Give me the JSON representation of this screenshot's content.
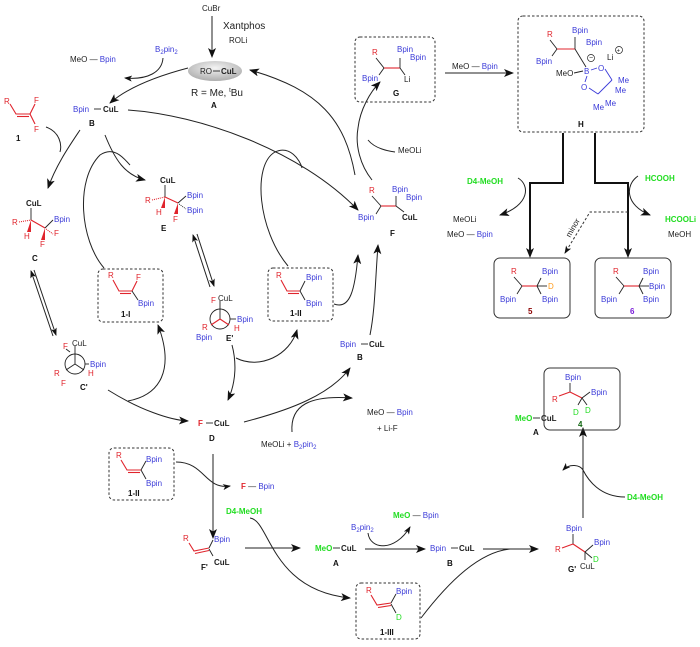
{
  "colors": {
    "boron": "#3a3ad8",
    "substrate": "#e0242c",
    "deuterium_reagent": "#22dd22",
    "deuterium_label": "#ff9a1a",
    "product5_label": "#8b0000",
    "product6_label": "#7a1fd8",
    "product4_label": "#116611"
  },
  "catalyst": {
    "precursor": "CuBr",
    "ligand": "Xantphos",
    "base": "ROLi",
    "species_A": "RO",
    "species_A_metal": "CuL",
    "R_definition": "R = Me, ",
    "R_definition_tBu": "Bu",
    "R_definition_t": "t",
    "label_A": "A"
  },
  "reagents": {
    "b2pin2": "B",
    "b2pin2_sub": "2",
    "b2pin2_mid": "pin",
    "b2pin2_sub2": "2",
    "meo_bpin_left": "MeO",
    "meo_bpin_right": "Bpin",
    "meoli": "MeOLi",
    "lif": "+ Li-F",
    "plus": "+",
    "f_bpin_f": "F",
    "f_bpin_b": "Bpin",
    "d4_meoh": "D4-MeOH",
    "hcooh": "HCOOH",
    "hcooli": "HCOOLi",
    "meoh": "MeOH",
    "minor": "minor"
  },
  "species": {
    "B": {
      "left": "Bpin",
      "right": "CuL",
      "label": "B"
    },
    "C": {
      "label": "C"
    },
    "C_prime": {
      "label": "C'"
    },
    "D": {
      "left": "F",
      "right": "CuL",
      "label": "D"
    },
    "E": {
      "label": "E"
    },
    "E_prime": {
      "label": "E'"
    },
    "F": {
      "label": "F"
    },
    "F_prime": {
      "label": "F'"
    },
    "G": {
      "label": "G"
    },
    "G_prime": {
      "label": "G'"
    },
    "H": {
      "label": "H"
    },
    "int_1I": {
      "label": "1-I"
    },
    "int_1II": {
      "label": "1-II"
    },
    "int_1III": {
      "label": "1-III"
    },
    "substrate_1": {
      "label": "1"
    }
  },
  "atoms": {
    "R": "R",
    "F": "F",
    "H": "H",
    "D": "D",
    "Bpin": "Bpin",
    "CuL": "CuL",
    "Li": "Li",
    "MeO": "MeO",
    "B": "B",
    "O": "O",
    "Me": "Me",
    "plus_charge": "+",
    "minus_charge": "−"
  },
  "products": {
    "p5": {
      "label": "5"
    },
    "p6": {
      "label": "6"
    },
    "p4": {
      "label": "4"
    }
  }
}
